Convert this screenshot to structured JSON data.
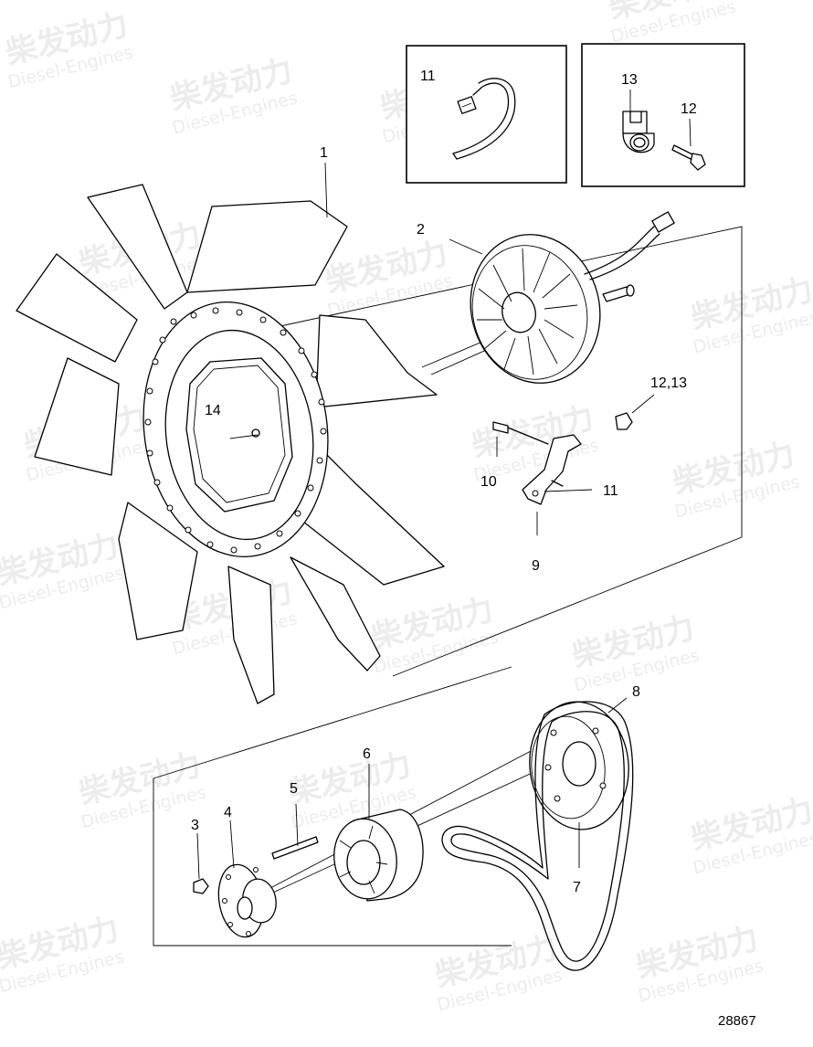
{
  "watermark": {
    "cn": "柴发动力",
    "en": "Diesel-Engines"
  },
  "callouts": {
    "c1": "1",
    "c2": "2",
    "c3": "3",
    "c4": "4",
    "c5": "5",
    "c6": "6",
    "c7": "7",
    "c8": "8",
    "c9": "9",
    "c10": "10",
    "c11_box": "11",
    "c11": "11",
    "c12": "12",
    "c13": "13",
    "c12_13": "12,13",
    "c14": "14"
  },
  "figure_number": "28867",
  "colors": {
    "line": "#000000",
    "watermark": "#ececec",
    "background": "#ffffff"
  }
}
